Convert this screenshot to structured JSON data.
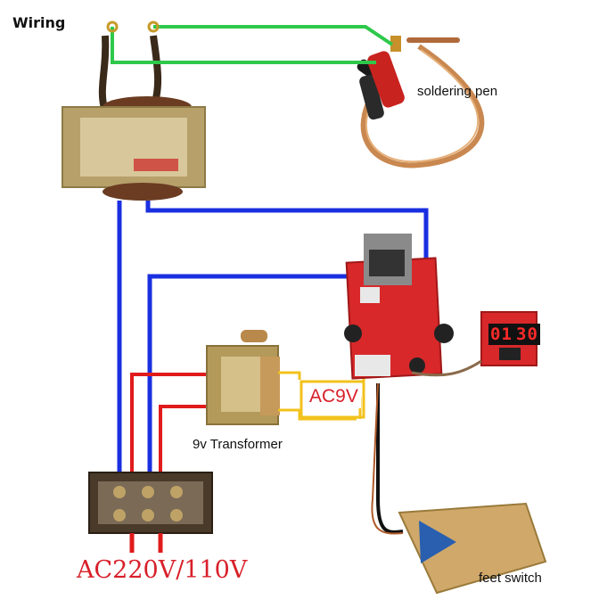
{
  "title": "Wiring",
  "labels": {
    "soldering_pen": "soldering pen",
    "transformer_9v": "9v Transformer",
    "ac9v": "AC9V",
    "ac_input": "AC220V/110V",
    "feet_switch": "feet switch"
  },
  "display": {
    "digits_left": "01",
    "digits_right": "30"
  },
  "colors": {
    "blue_wire": "#1a2fe0",
    "green_wire": "#2ec84a",
    "red_wire": "#e01b1b",
    "yellow_wire": "#f2c21c",
    "black_wire": "#111111",
    "pcb": "#d8282a",
    "transformer": "#b7a06a"
  }
}
